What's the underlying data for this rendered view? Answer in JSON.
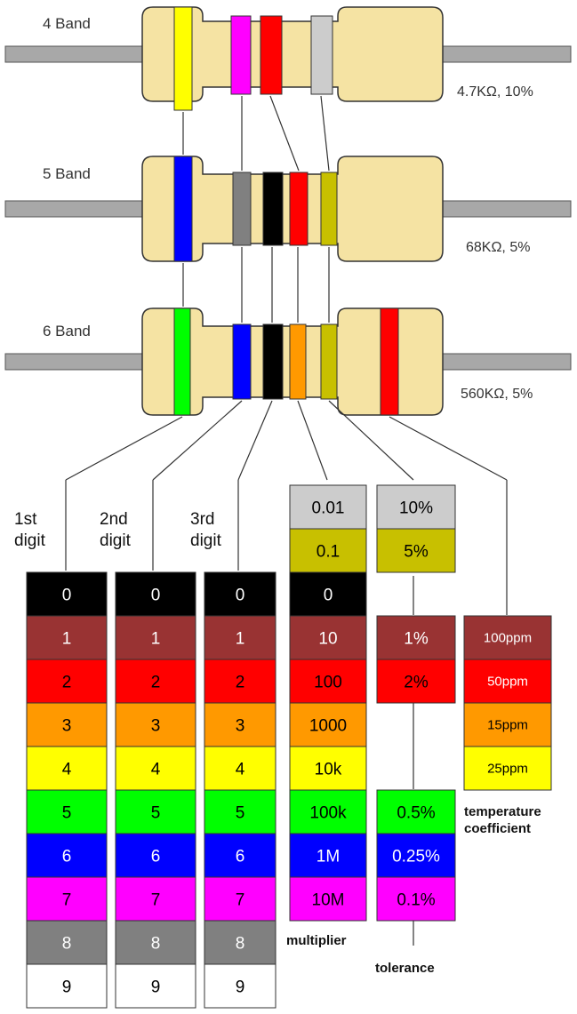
{
  "colors": {
    "black": "#000000",
    "brown": "#993333",
    "red": "#ff0000",
    "orange": "#ff9900",
    "yellow": "#ffff00",
    "green": "#00ff00",
    "blue": "#0000ff",
    "violet": "#ff00ff",
    "grey": "#808080",
    "white": "#ffffff",
    "gold": "#c8c000",
    "silver": "#cccccc",
    "body": "#f5e3a3",
    "lead": "#a0a0a0"
  },
  "resistors": [
    {
      "label": "4 Band",
      "value": "4.7KΩ, 10%",
      "bands": [
        "yellow",
        "violet",
        "red",
        "silver"
      ]
    },
    {
      "label": "5 Band",
      "value": "68KΩ, 5%",
      "bands": [
        "blue",
        "grey",
        "black",
        "red",
        "gold"
      ]
    },
    {
      "label": "6 Band",
      "value": "560KΩ, 5%",
      "bands": [
        "green",
        "blue",
        "black",
        "orange",
        "gold",
        "red"
      ]
    }
  ],
  "headers": {
    "digit1": [
      "1st",
      "digit"
    ],
    "digit2": [
      "2nd",
      "digit"
    ],
    "digit3": [
      "3rd",
      "digit"
    ]
  },
  "digit_rows": [
    {
      "color": "black",
      "value": "0"
    },
    {
      "color": "brown",
      "value": "1"
    },
    {
      "color": "red",
      "value": "2"
    },
    {
      "color": "orange",
      "value": "3"
    },
    {
      "color": "yellow",
      "value": "4"
    },
    {
      "color": "green",
      "value": "5"
    },
    {
      "color": "blue",
      "value": "6"
    },
    {
      "color": "violet",
      "value": "7"
    },
    {
      "color": "grey",
      "value": "8"
    },
    {
      "color": "white",
      "value": "9"
    }
  ],
  "multiplier": [
    {
      "color": "silver",
      "value": "0.01"
    },
    {
      "color": "gold",
      "value": "0.1"
    },
    {
      "color": "black",
      "value": "0"
    },
    {
      "color": "brown",
      "value": "10"
    },
    {
      "color": "red",
      "value": "100"
    },
    {
      "color": "orange",
      "value": "1000"
    },
    {
      "color": "yellow",
      "value": "10k"
    },
    {
      "color": "green",
      "value": "100k"
    },
    {
      "color": "blue",
      "value": "1M"
    },
    {
      "color": "violet",
      "value": "10M"
    }
  ],
  "tolerance": [
    {
      "color": "silver",
      "value": "10%"
    },
    {
      "color": "gold",
      "value": "5%"
    },
    {
      "color": "brown",
      "value": "1%"
    },
    {
      "color": "red",
      "value": "2%"
    },
    {
      "color": "green",
      "value": "0.5%"
    },
    {
      "color": "blue",
      "value": "0.25%"
    },
    {
      "color": "violet",
      "value": "0.1%"
    }
  ],
  "tempco": [
    {
      "color": "brown",
      "value": "100ppm"
    },
    {
      "color": "red",
      "value": "50ppm"
    },
    {
      "color": "orange",
      "value": "15ppm"
    },
    {
      "color": "yellow",
      "value": "25ppm"
    }
  ],
  "captions": {
    "multiplier": "multiplier",
    "tolerance": "tolerance",
    "tempco": [
      "temperature",
      "coefficient"
    ]
  }
}
